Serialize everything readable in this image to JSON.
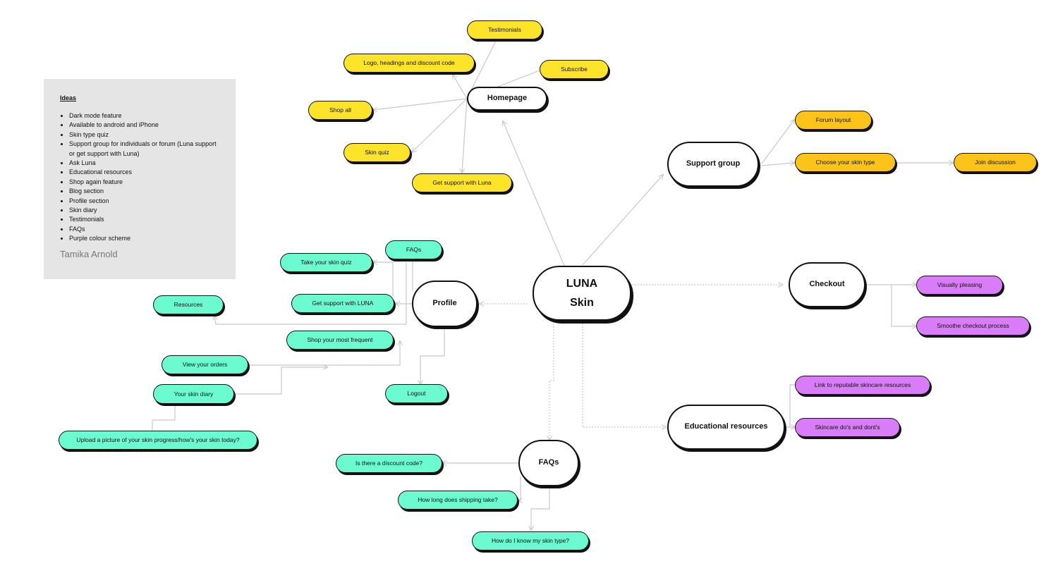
{
  "ideas": {
    "title": "Ideas",
    "items": [
      "Dark mode feature",
      "Available to android and iPhone",
      "Skin type quiz",
      "Support group for individuals or forum (Luna support or get support with Luna)",
      "Ask Luna",
      "Educational resources",
      "Shop again feature",
      "Blog section",
      "Profile section",
      "Skin diary",
      "Testimonials",
      "FAQs",
      "Purple colour scheme"
    ],
    "author": "Tamika Arnold"
  },
  "colors": {
    "yellow": "#fde32a",
    "orange": "#fcc419",
    "purple": "#d87cf7",
    "green": "#6cfad0",
    "connector": "#c8c8c8"
  },
  "nodes": {
    "luna": {
      "line1": "LUNA",
      "line2": "Skin"
    },
    "homepage": "Homepage",
    "testimonials": "Testimonials",
    "logo_headings": "Logo, headings and discount code",
    "subscribe": "Subscribe",
    "shop_all": "Shop all",
    "skin_quiz": "Skin quiz",
    "get_support_luna": "Get support with Luna",
    "support_group": "Support group",
    "forum_layout": "Forum layout",
    "choose_skin_type": "Choose your skin type",
    "join_discussion": "Join discussion",
    "checkout": "Checkout",
    "visually_pleasing": "Visually pleasing",
    "smoothe_checkout": "Smoothe checkout process",
    "educational_resources": "Educational resources",
    "link_reputable": "Link to reputable skincare resources",
    "skincare_dos": "Skincare do's and dont's",
    "profile": "Profile",
    "profile_faqs": "FAQs",
    "take_skin_quiz": "Take your skin quiz",
    "get_support_LUNA": "Get support with LUNA",
    "resources": "Resources",
    "shop_most_frequent": "Shop your most frequent",
    "view_orders": "View your orders",
    "skin_diary": "Your skin diary",
    "upload_picture": "Upload a picture of your skin progress/how's your skin today?",
    "logout": "Logout",
    "faqs": "FAQs",
    "discount_code": "Is there a discount code?",
    "shipping": "How long does shipping take?",
    "know_skin_type": "How do I know my skin type?"
  }
}
